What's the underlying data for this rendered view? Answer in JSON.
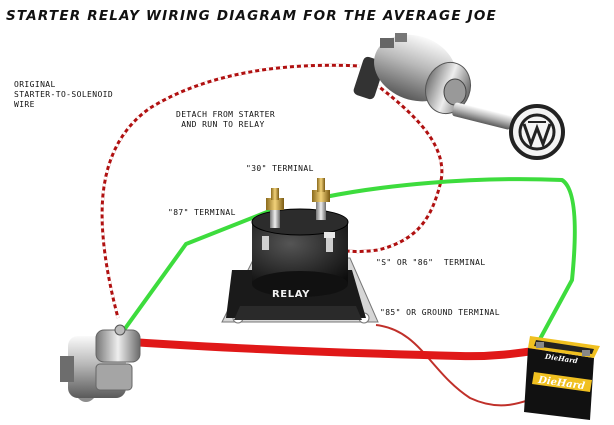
{
  "title": "STARTER RELAY WIRING DIAGRAM FOR THE AVERAGE JOE",
  "labels": {
    "original_wire": "ORIGINAL\nSTARTER-TO-SOLENOID\nWIRE",
    "detach": "DETACH FROM STARTER\n AND RUN TO RELAY",
    "terminal_30": "\"30\" TERMINAL",
    "terminal_87": "\"87\" TERMINAL",
    "terminal_s86": "\"S\" OR \"86\"  TERMINAL",
    "terminal_85": "\"85\" OR GROUND TERMINAL"
  },
  "relay_text": "RELAY",
  "battery_brand": "DieHard",
  "colors": {
    "green_wire": "#3ddc3d",
    "red_cable": "#e01818",
    "dashed_wire_red": "#b01010",
    "dashed_wire_white": "#ffffff",
    "ground_wire": "#c0302a",
    "battery_yellow": "#f0c020"
  },
  "icons": {
    "ignition_switch": "ignition-switch-icon",
    "ignition_key": "ignition-key-icon",
    "relay": "relay-icon",
    "starter_motor": "starter-motor-icon",
    "battery": "battery-icon"
  }
}
